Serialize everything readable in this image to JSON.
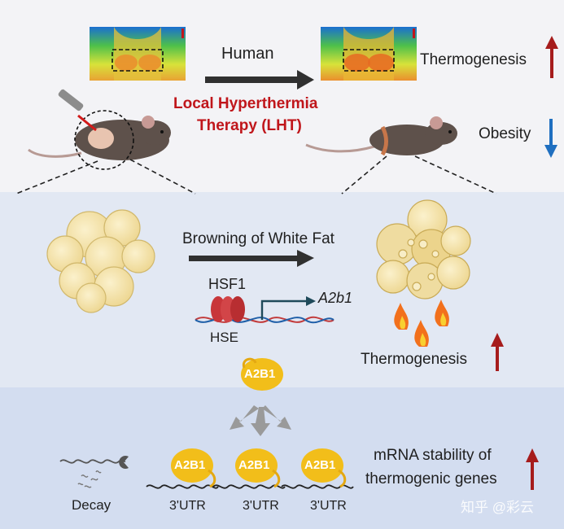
{
  "top_panel": {
    "human_label": "Human",
    "therapy_title_line1": "Local Hyperthermia",
    "therapy_title_line2": "Therapy (LHT)",
    "thermogenesis_label": "Thermogenesis",
    "obesity_label": "Obesity"
  },
  "middle_panel": {
    "browning_label": "Browning of White Fat",
    "hsf1_label": "HSF1",
    "gene_label": "A2b1",
    "hse_label": "HSE",
    "thermogenesis_label": "Thermogenesis",
    "protein_label": "A2B1"
  },
  "bottom_panel": {
    "decay_label": "Decay",
    "utr_labels": [
      "3'UTR",
      "3'UTR",
      "3'UTR"
    ],
    "protein_labels": [
      "A2B1",
      "A2B1",
      "A2B1"
    ],
    "stability_line1": "mRNA stability of",
    "stability_line2": "thermogenic genes"
  },
  "watermark": "知乎 @彩云",
  "colors": {
    "up_arrow": "#a61c1c",
    "down_arrow": "#1f6fc0",
    "therapy_title": "#c0161b",
    "protein_fill": "#f2be1a"
  }
}
